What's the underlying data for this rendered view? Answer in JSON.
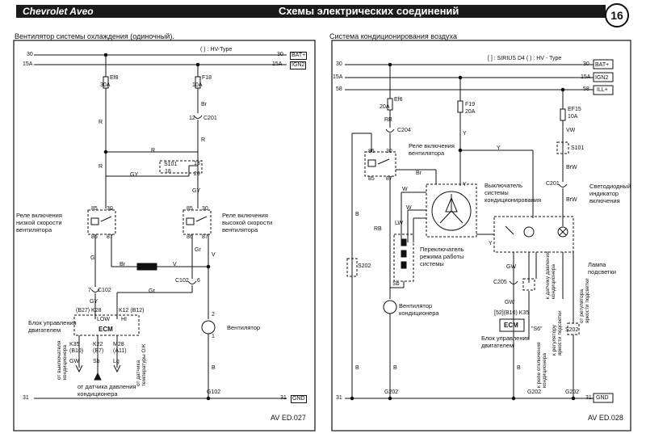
{
  "header": {
    "brand": "Chevrolet Aveo",
    "title": "Схемы электрических соединений",
    "page": "16"
  },
  "left": {
    "title": "Вентилятор системы охлаждения (одиночный).",
    "legend": "( ) : HV-Type",
    "bus": {
      "l30": "30",
      "l15": "15A",
      "r30": "30",
      "r15": "15A",
      "bat": "BAT+",
      "ign": "IGN2",
      "l31": "31",
      "r31": "31",
      "gnd": "GND"
    },
    "fuse1": {
      "name": "Ef8",
      "rating": "30A"
    },
    "fuse2": {
      "name": "F18",
      "rating": "10A"
    },
    "wires": {
      "br": "Br",
      "r1": "R",
      "r2": "R",
      "r3": "R",
      "gy1": "GY",
      "gy2": "GY",
      "gy3": "GY",
      "g": "G",
      "br2": "Br",
      "v1": "V",
      "v2": "V",
      "gr1": "Gr",
      "gr2": "Gr",
      "b": "B"
    },
    "c201": {
      "pin": "12",
      "name": "C201"
    },
    "s101": {
      "name": "S101",
      "p13": "13",
      "p18": "18",
      "p20": "20"
    },
    "relayLow": {
      "p85": "85",
      "p30": "30",
      "p86": "86",
      "p87": "87",
      "label": "Реле включения\nнизкой скорости\nвентилятора"
    },
    "relayHigh": {
      "p85": "85",
      "p30": "30",
      "p86": "86",
      "p87": "87",
      "label": "Реле включения\nвысокой скорости\nвентилятора"
    },
    "c102a": {
      "pin": "6",
      "name": "C102"
    },
    "c102b": {
      "pin": "7",
      "name": "C102"
    },
    "ecm": {
      "k28": "(B27)  K28",
      "k12": "K12 (B12)",
      "low": "LOW",
      "hi": "HI",
      "name": "ECM",
      "block": "Блок управления\nдвигателем"
    },
    "pins": {
      "k35": "K35\n(B10)",
      "k22": "K22\n(B7)",
      "m28": "M28\n(A11)",
      "gw": "GW",
      "sb": "Sb",
      "lg": "Lg"
    },
    "vtext": {
      "a": "от выключателя\nкондиционера",
      "b": "от датчика\nтемпературы ОЖ"
    },
    "sensor": "от датчика давления\nкондиционера",
    "motor": {
      "label": "Вентилятор",
      "p2": "2",
      "p1": "1"
    },
    "g102": "G102",
    "fig": "AV ED.027"
  },
  "right": {
    "title": "Система кондиционирования воздуха",
    "legend": "[ ] : SIRIUS D4  ( ) : HV - Type",
    "bus": {
      "l30": "30",
      "l15": "15A",
      "l58": "58",
      "r30": "30",
      "r15": "15A",
      "r58": "58",
      "bat": "BAT+",
      "ign": "IGN2",
      "ill": "ILL+",
      "l31": "31",
      "r31": "31",
      "gnd": "GND"
    },
    "fuseEf6": {
      "name": "Ef6",
      "rating": "20A"
    },
    "fuseF19": {
      "name": "F19",
      "rating": "20A"
    },
    "fuseEf15": {
      "name": "EF15",
      "rating": "10A"
    },
    "c204": "C204",
    "c201": "C201",
    "c205": "C205",
    "s101": "S101",
    "s202a": "S202",
    "s202b": "S202",
    "wires": {
      "rb": "RB",
      "rb2": "RB",
      "y1": "Y",
      "y2": "Y",
      "y3": "Y",
      "y4": "Y",
      "vw": "VW",
      "brw": "BrW",
      "brw2": "BrW",
      "br": "Br",
      "lw": "LW",
      "w1": "W",
      "w2": "W",
      "sb": "Sb",
      "gw": "GW",
      "gw2": "GW",
      "b1": "B",
      "b2": "B",
      "b3": "B",
      "b4": "B"
    },
    "relay": {
      "label": "Реле включения\nвентилятора",
      "p86": "86",
      "p30": "30",
      "p85": "85",
      "p87": "87"
    },
    "acSwitch": "Выключатель\nсистемы\nкондиционирования",
    "led": "Светодиодный\nиндикатор\nвключения",
    "modeSwitch": "Переключатель\nрежима работы\nсистемы",
    "lamp": "Лампа\nподсветки",
    "fan": "Вентилятор\nкондиционера",
    "ecm": {
      "pins": "[52](B10)  K35",
      "name": "ECM",
      "block": "Блок управления\nдвигателем",
      "s6": "\"S6\""
    },
    "vtext": {
      "a": "к датчику давления\nкондиционера",
      "b": "к реле отключения\nкондиционера",
      "c": "к регулятору\nяркости подсветки",
      "d": "от регулятора\nяркости подсветки"
    },
    "g202a": "G202",
    "g202b": "G202",
    "g202c": "G202",
    "fig": "AV ED.028"
  }
}
